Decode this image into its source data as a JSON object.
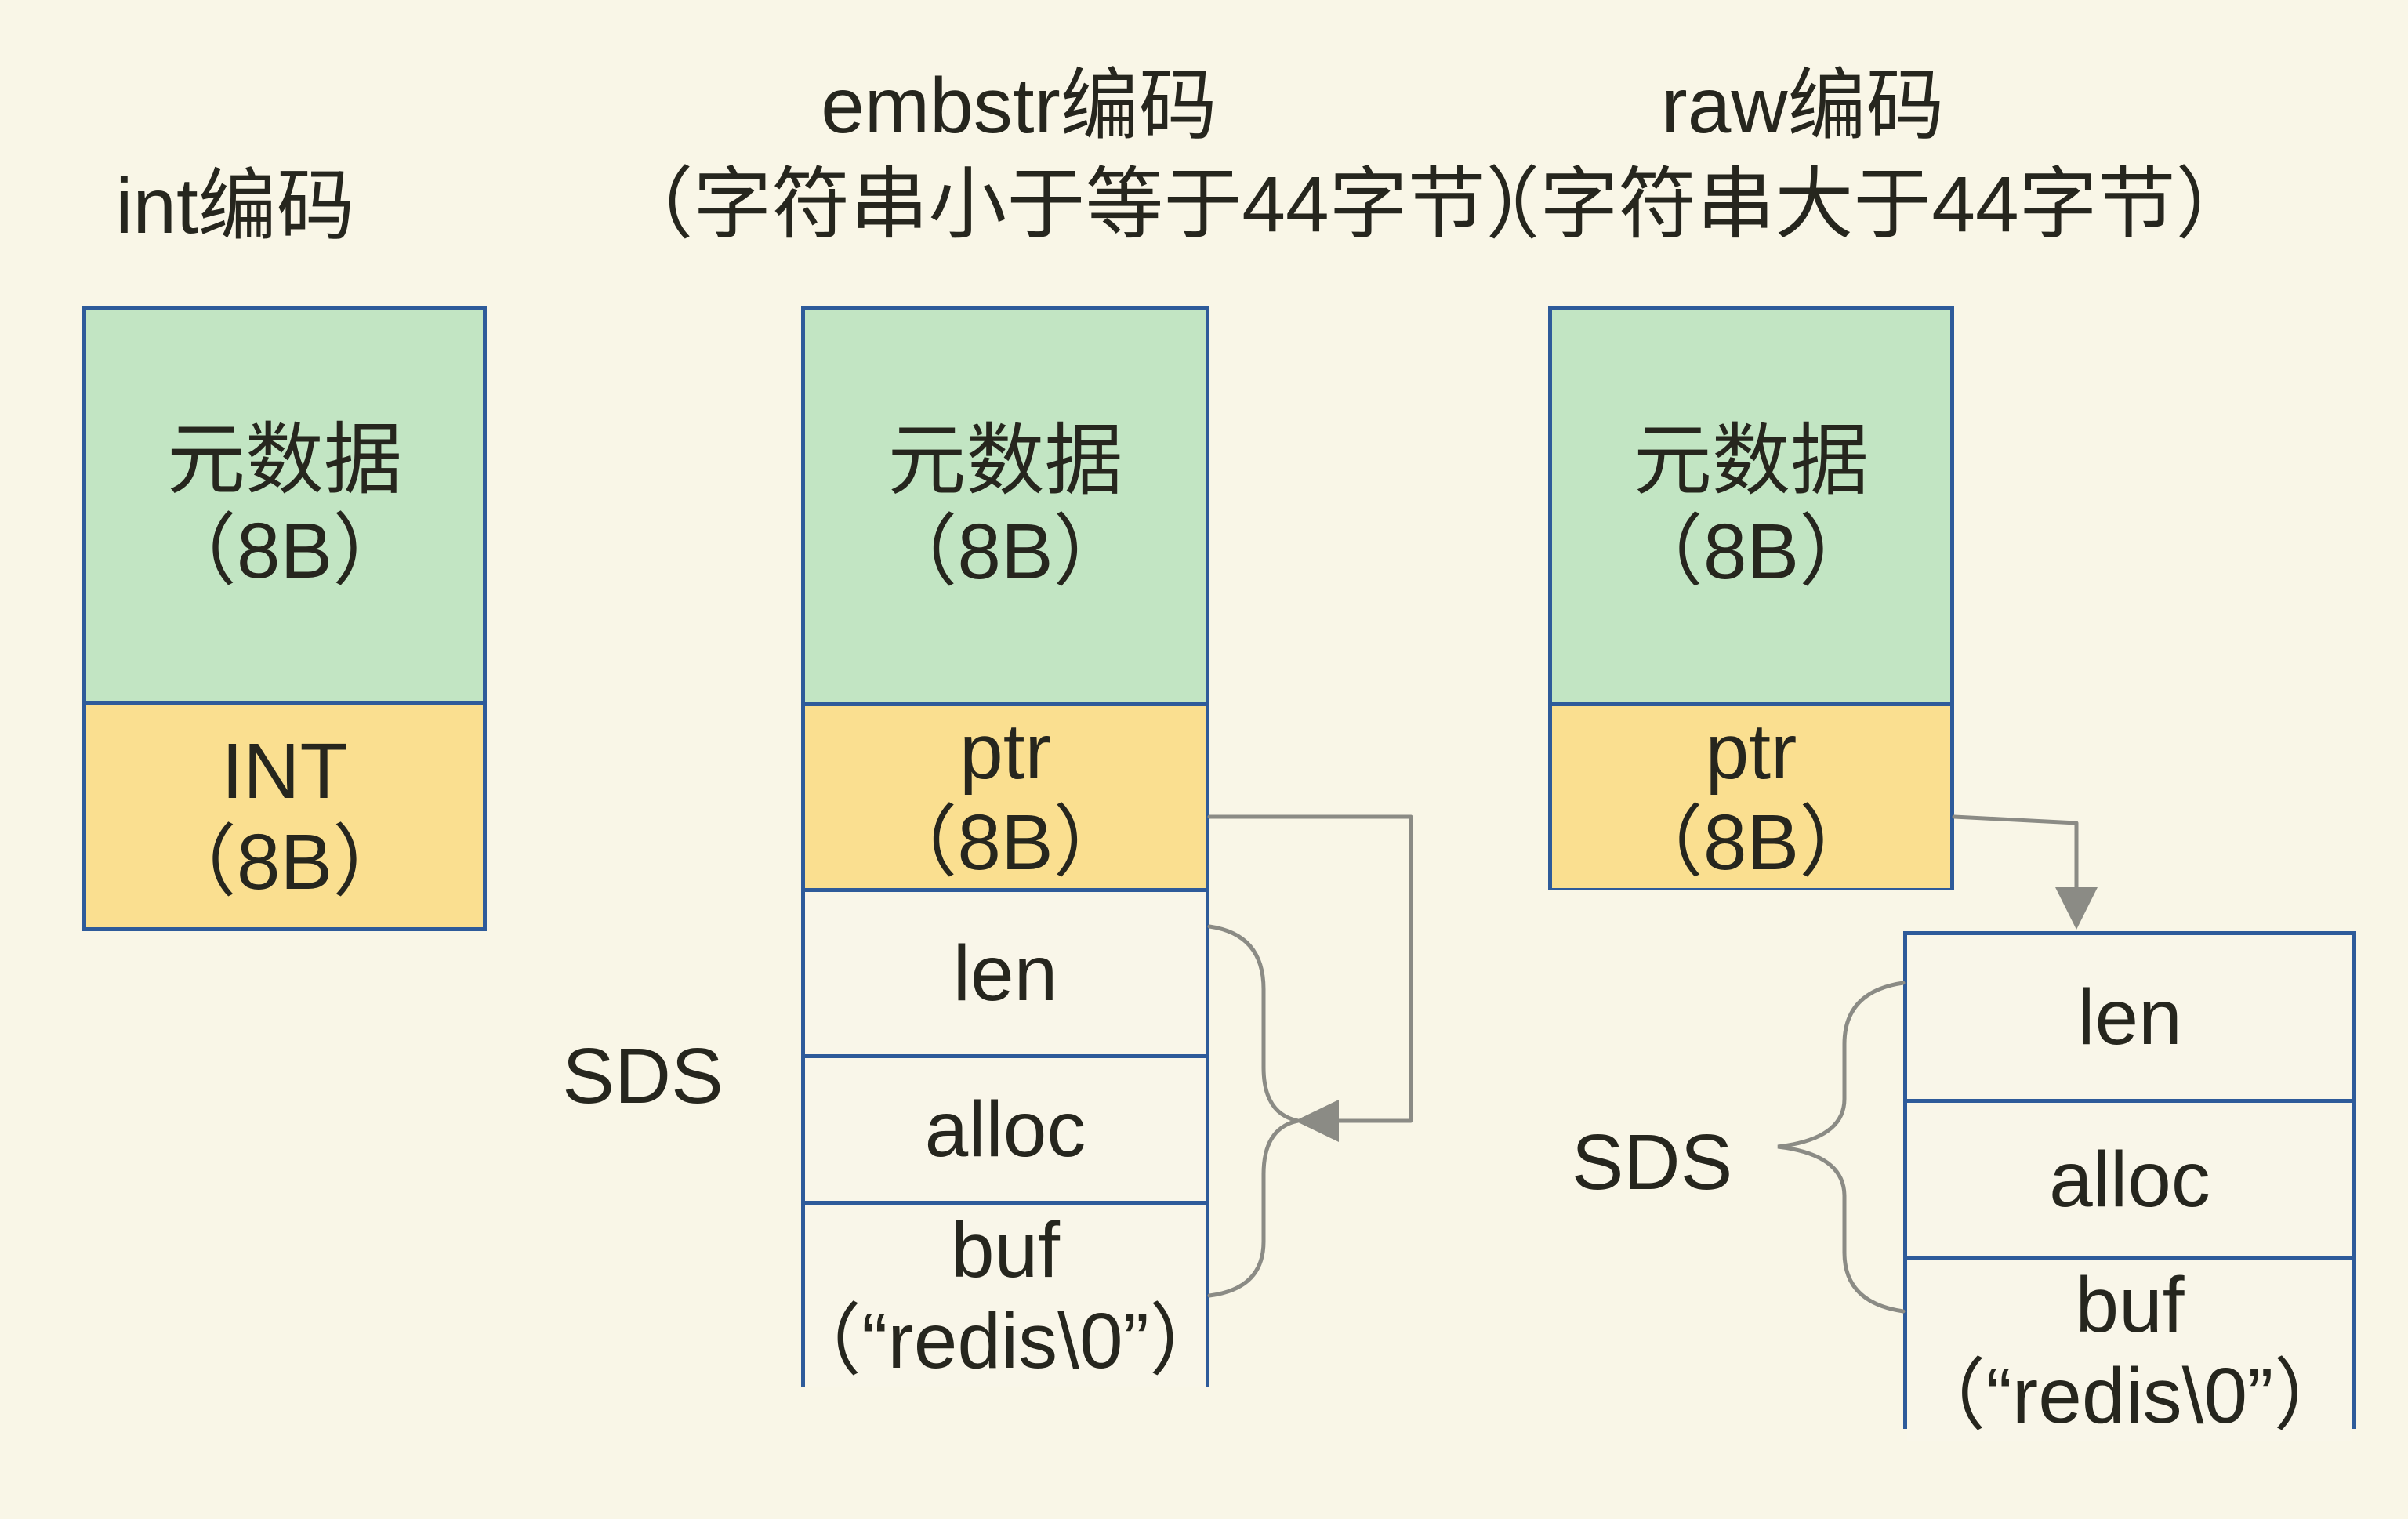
{
  "palette": {
    "background": "#F9F6E7",
    "box_border": "#2E5B9A",
    "metadata_green": "#C2E5C3",
    "pointer_yellow": "#FADF90",
    "row_fill": "#F9F6E9",
    "connector_gray": "#8B8B85",
    "text_color": "#26261E"
  },
  "titles": {
    "int": "int编码",
    "embstr_line1": "embstr编码",
    "embstr_line2": "（字符串小于等于44字节）",
    "raw_line1": "raw编码",
    "raw_line2": "（字符串大于44字节）"
  },
  "int_column": {
    "metadata_label": "元数据",
    "metadata_size": "（8B）",
    "value_label": "INT",
    "value_size": "（8B）"
  },
  "embstr_column": {
    "metadata_label": "元数据",
    "metadata_size": "（8B）",
    "ptr_label": "ptr",
    "ptr_size": "（8B）",
    "sds_label": "SDS",
    "row_len": "len",
    "row_alloc": "alloc",
    "row_buf_label": "buf",
    "row_buf_value": "（“redis\\0”）"
  },
  "raw_column": {
    "metadata_label": "元数据",
    "metadata_size": "（8B）",
    "ptr_label": "ptr",
    "ptr_size": "（8B）",
    "sds_label": "SDS",
    "row_len": "len",
    "row_alloc": "alloc",
    "row_buf_label": "buf",
    "row_buf_value": "（“redis\\0”）"
  }
}
